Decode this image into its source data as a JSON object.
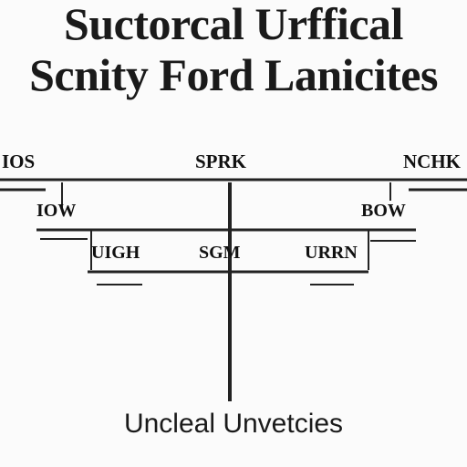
{
  "title": {
    "line1": "Suctorcal Urffical",
    "line2": "Scnity Ford Lanicites"
  },
  "nodes": {
    "top_left": "IOS",
    "top_center": "SPRK",
    "top_right": "NCHK",
    "mid_left": "IOW",
    "mid_right": "BOW",
    "low_left": "UIGH",
    "low_center": "SGM",
    "low_right": "URRN"
  },
  "footer": "Uncleal Unvetcies"
}
